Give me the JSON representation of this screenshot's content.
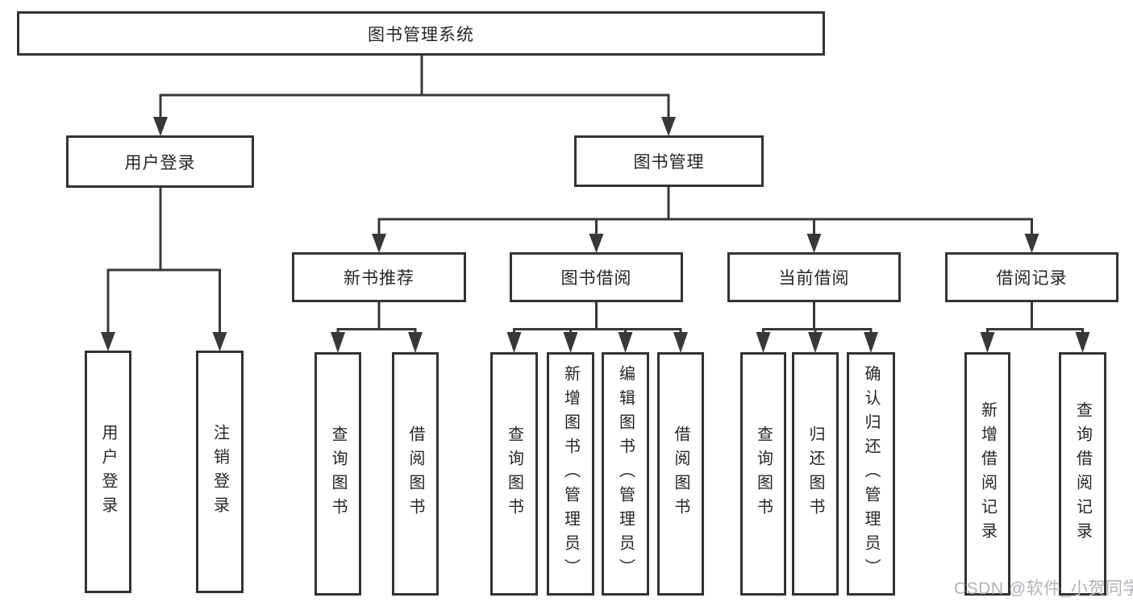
{
  "tree": {
    "label": "图书管理系统",
    "children": [
      {
        "label": "用户登录",
        "children": [
          {
            "label": "用户登录"
          },
          {
            "label": "注销登录"
          }
        ]
      },
      {
        "label": "图书管理",
        "children": [
          {
            "label": "新书推荐",
            "children": [
              {
                "label": "查询图书"
              },
              {
                "label": "借阅图书"
              }
            ]
          },
          {
            "label": "图书借阅",
            "children": [
              {
                "label": "查询图书"
              },
              {
                "label": "新增图书（管理员）"
              },
              {
                "label": "编辑图书（管理员）"
              },
              {
                "label": "借阅图书"
              }
            ]
          },
          {
            "label": "当前借阅",
            "children": [
              {
                "label": "查询图书"
              },
              {
                "label": "归还图书"
              },
              {
                "label": "确认归还（管理员）"
              }
            ]
          },
          {
            "label": "借阅记录",
            "children": [
              {
                "label": "新增借阅记录"
              },
              {
                "label": "查询借阅记录"
              }
            ]
          }
        ]
      }
    ]
  },
  "watermark": "CSDN @软件_小贺同学",
  "colors": {
    "line": "#383838",
    "border": "#333333",
    "text": "#262626",
    "watermark": "#b1b1b8",
    "background": "#ffffff"
  }
}
